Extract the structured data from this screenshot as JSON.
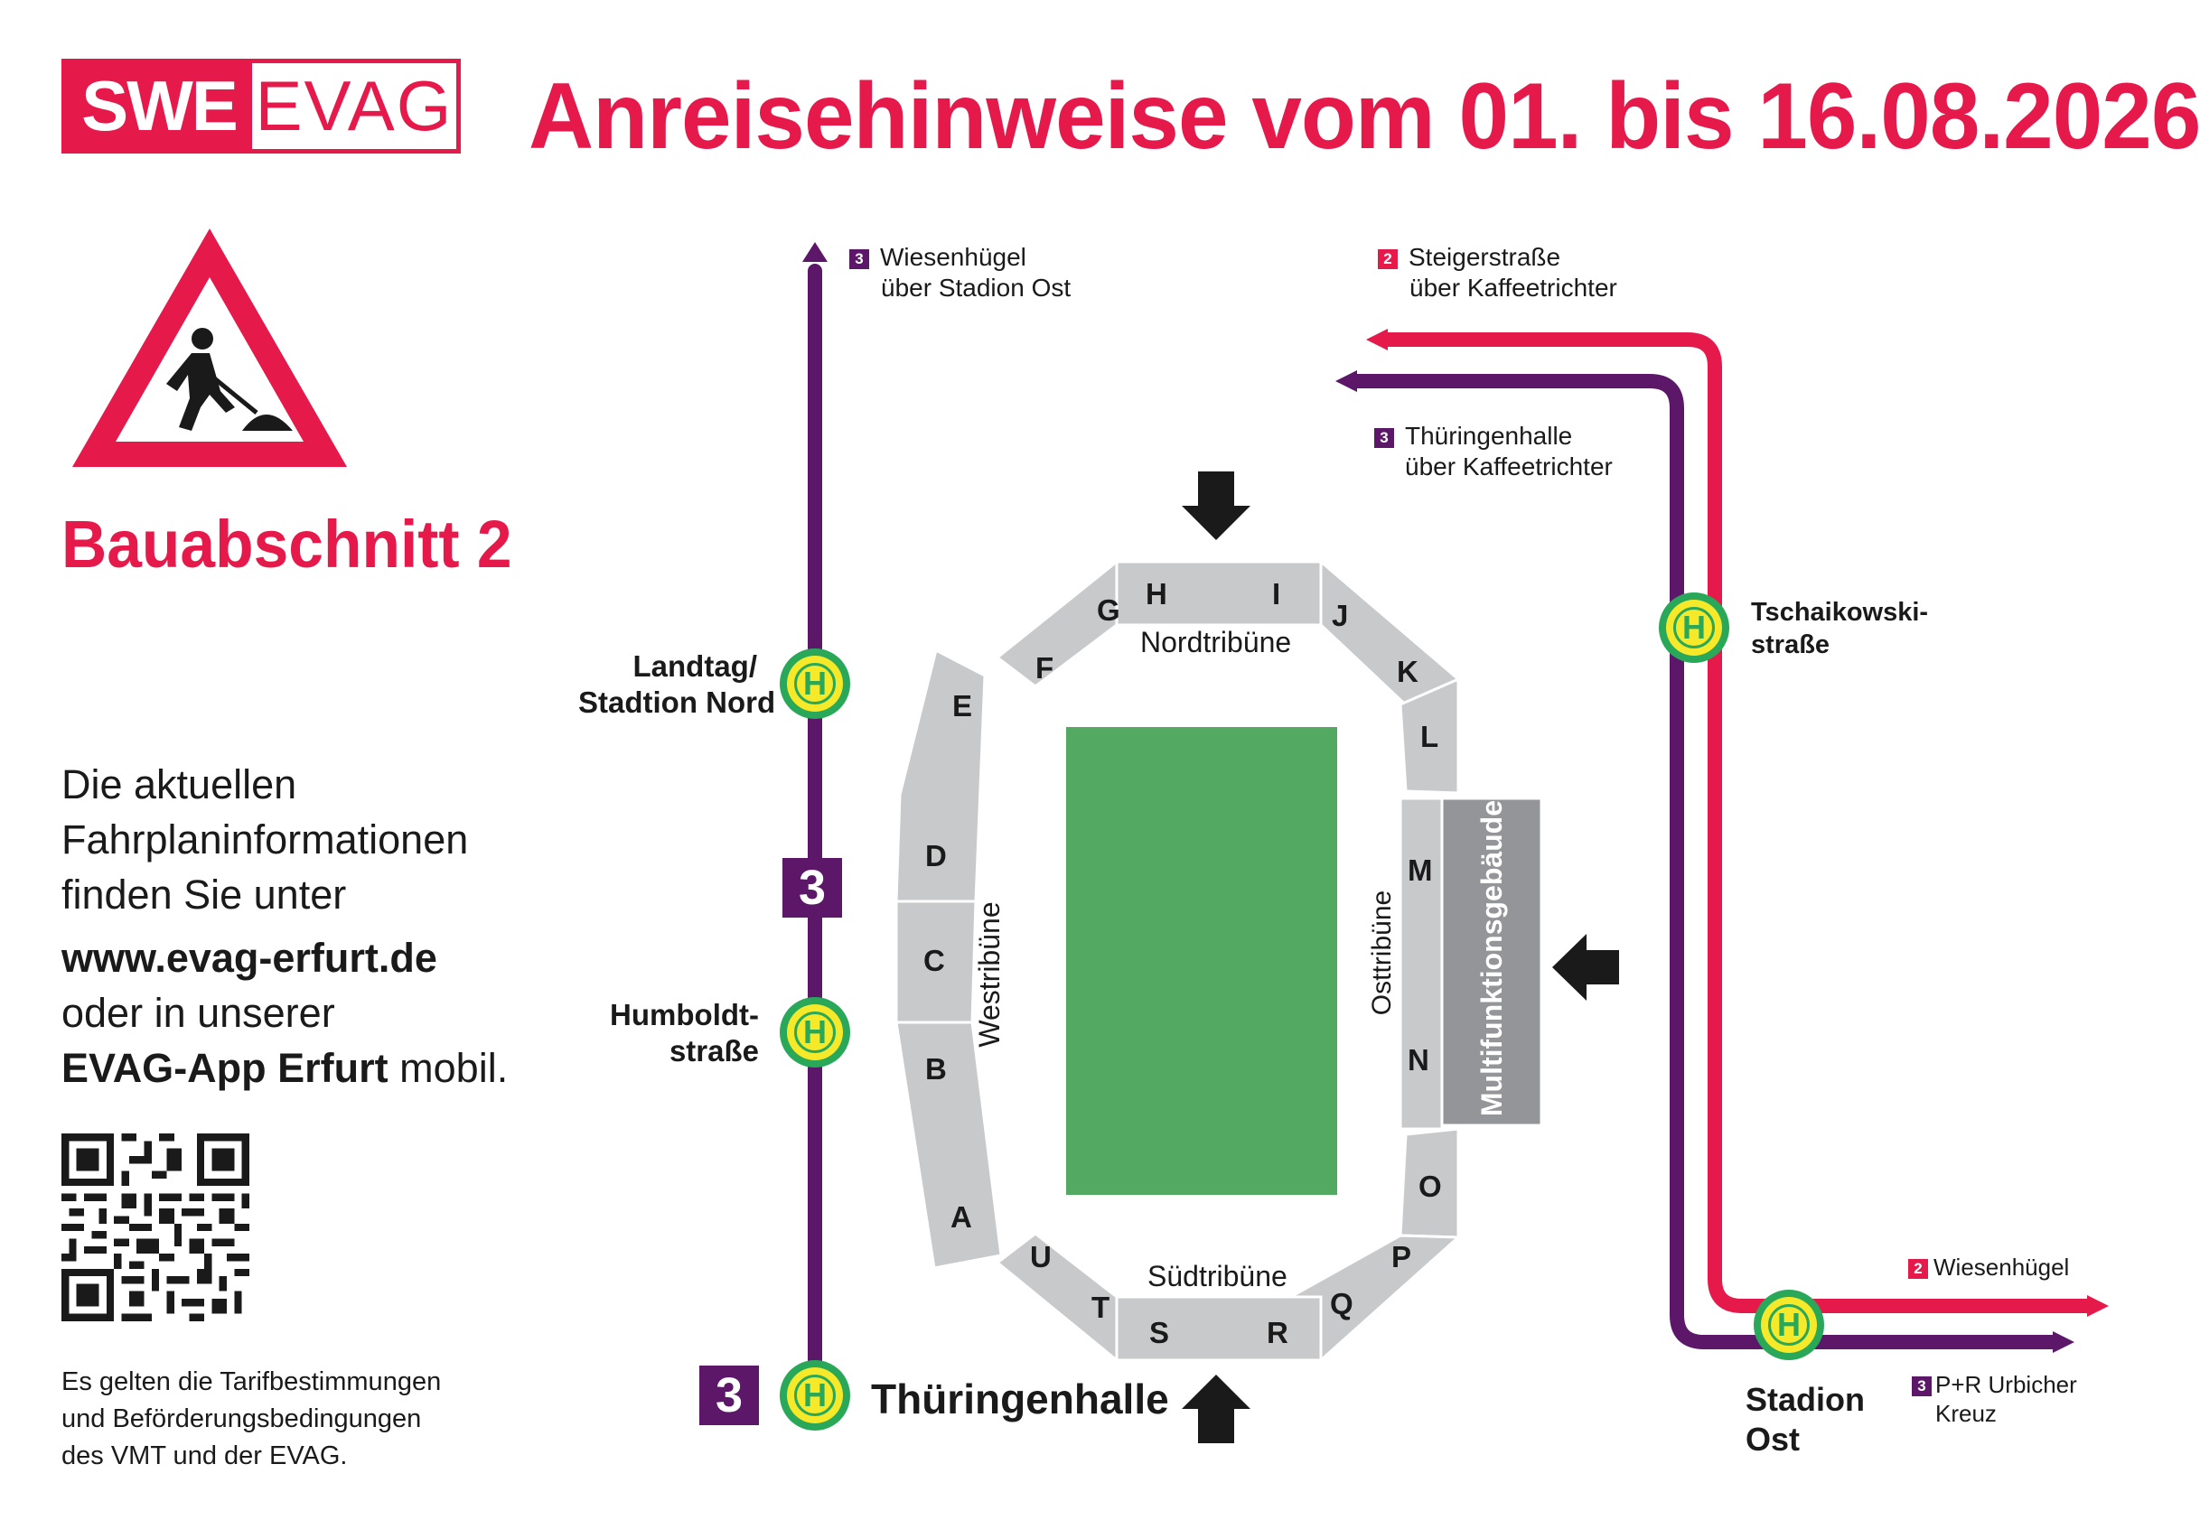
{
  "header": {
    "logo_left": "SWE",
    "logo_right": "EVAG",
    "title": "Anreisehinweise vom 01. bis 16.08.2026"
  },
  "sidebar": {
    "section_title": "Bauabschnitt 2",
    "info_line1": "Die aktuellen",
    "info_line2": "Fahrplaninformationen",
    "info_line3": "finden Sie unter",
    "website": "www.evag-erfurt.de",
    "info_line5": "oder in unserer",
    "app_name": "EVAG-App Erfurt",
    "app_suffix": " mobil.",
    "terms_line1": "Es gelten die Tarifbestimmungen",
    "terms_line2": "und Beförderungsbedingungen",
    "terms_line3": "des VMT und der EVAG."
  },
  "colors": {
    "brand_red": "#e6194b",
    "line3_purple": "#5c1768",
    "line2_red": "#e6194b",
    "pitch_green": "#53a862",
    "stand_grey": "#c8c9cb",
    "building_grey": "#939598",
    "stop_green": "#29a85a",
    "stop_yellow": "#f5e92a"
  },
  "map": {
    "line3_label": "3",
    "line2_label": "2",
    "stop_symbol": "H",
    "dest_wiesenhuegel_line1": "Wiesenhügel",
    "dest_wiesenhuegel_line2": "über Stadion Ost",
    "dest_steiger_line1": "Steigerstraße",
    "dest_steiger_line2": "über Kaffeetrichter",
    "dest_thuer_line1": "Thüringenhalle",
    "dest_thuer_line2": "über Kaffeetrichter",
    "dest_wiesenhuegel2": "Wiesenhügel",
    "dest_pr_line1": "P+R Urbicher",
    "dest_pr_line2": "Kreuz",
    "stop_landtag_line1": "Landtag/",
    "stop_landtag_line2": "Stadtion Nord",
    "stop_humboldt_line1": "Humboldt-",
    "stop_humboldt_line2": "straße",
    "stop_thueringenhalle": "Thüringenhalle",
    "stop_tschaikowski_line1": "Tschaikowski-",
    "stop_tschaikowski_line2": "straße",
    "stop_stadion_ost_line1": "Stadion",
    "stop_stadion_ost_line2": "Ost"
  },
  "stadium": {
    "north_stand": "Nordtribüne",
    "south_stand": "Südtribüne",
    "west_stand": "Westribüne",
    "east_stand": "Osttribüne",
    "building": "Multifunktionsgebäude",
    "blocks": [
      "A",
      "B",
      "C",
      "D",
      "E",
      "F",
      "G",
      "H",
      "I",
      "J",
      "K",
      "L",
      "M",
      "N",
      "O",
      "P",
      "Q",
      "R",
      "S",
      "T",
      "U"
    ]
  }
}
